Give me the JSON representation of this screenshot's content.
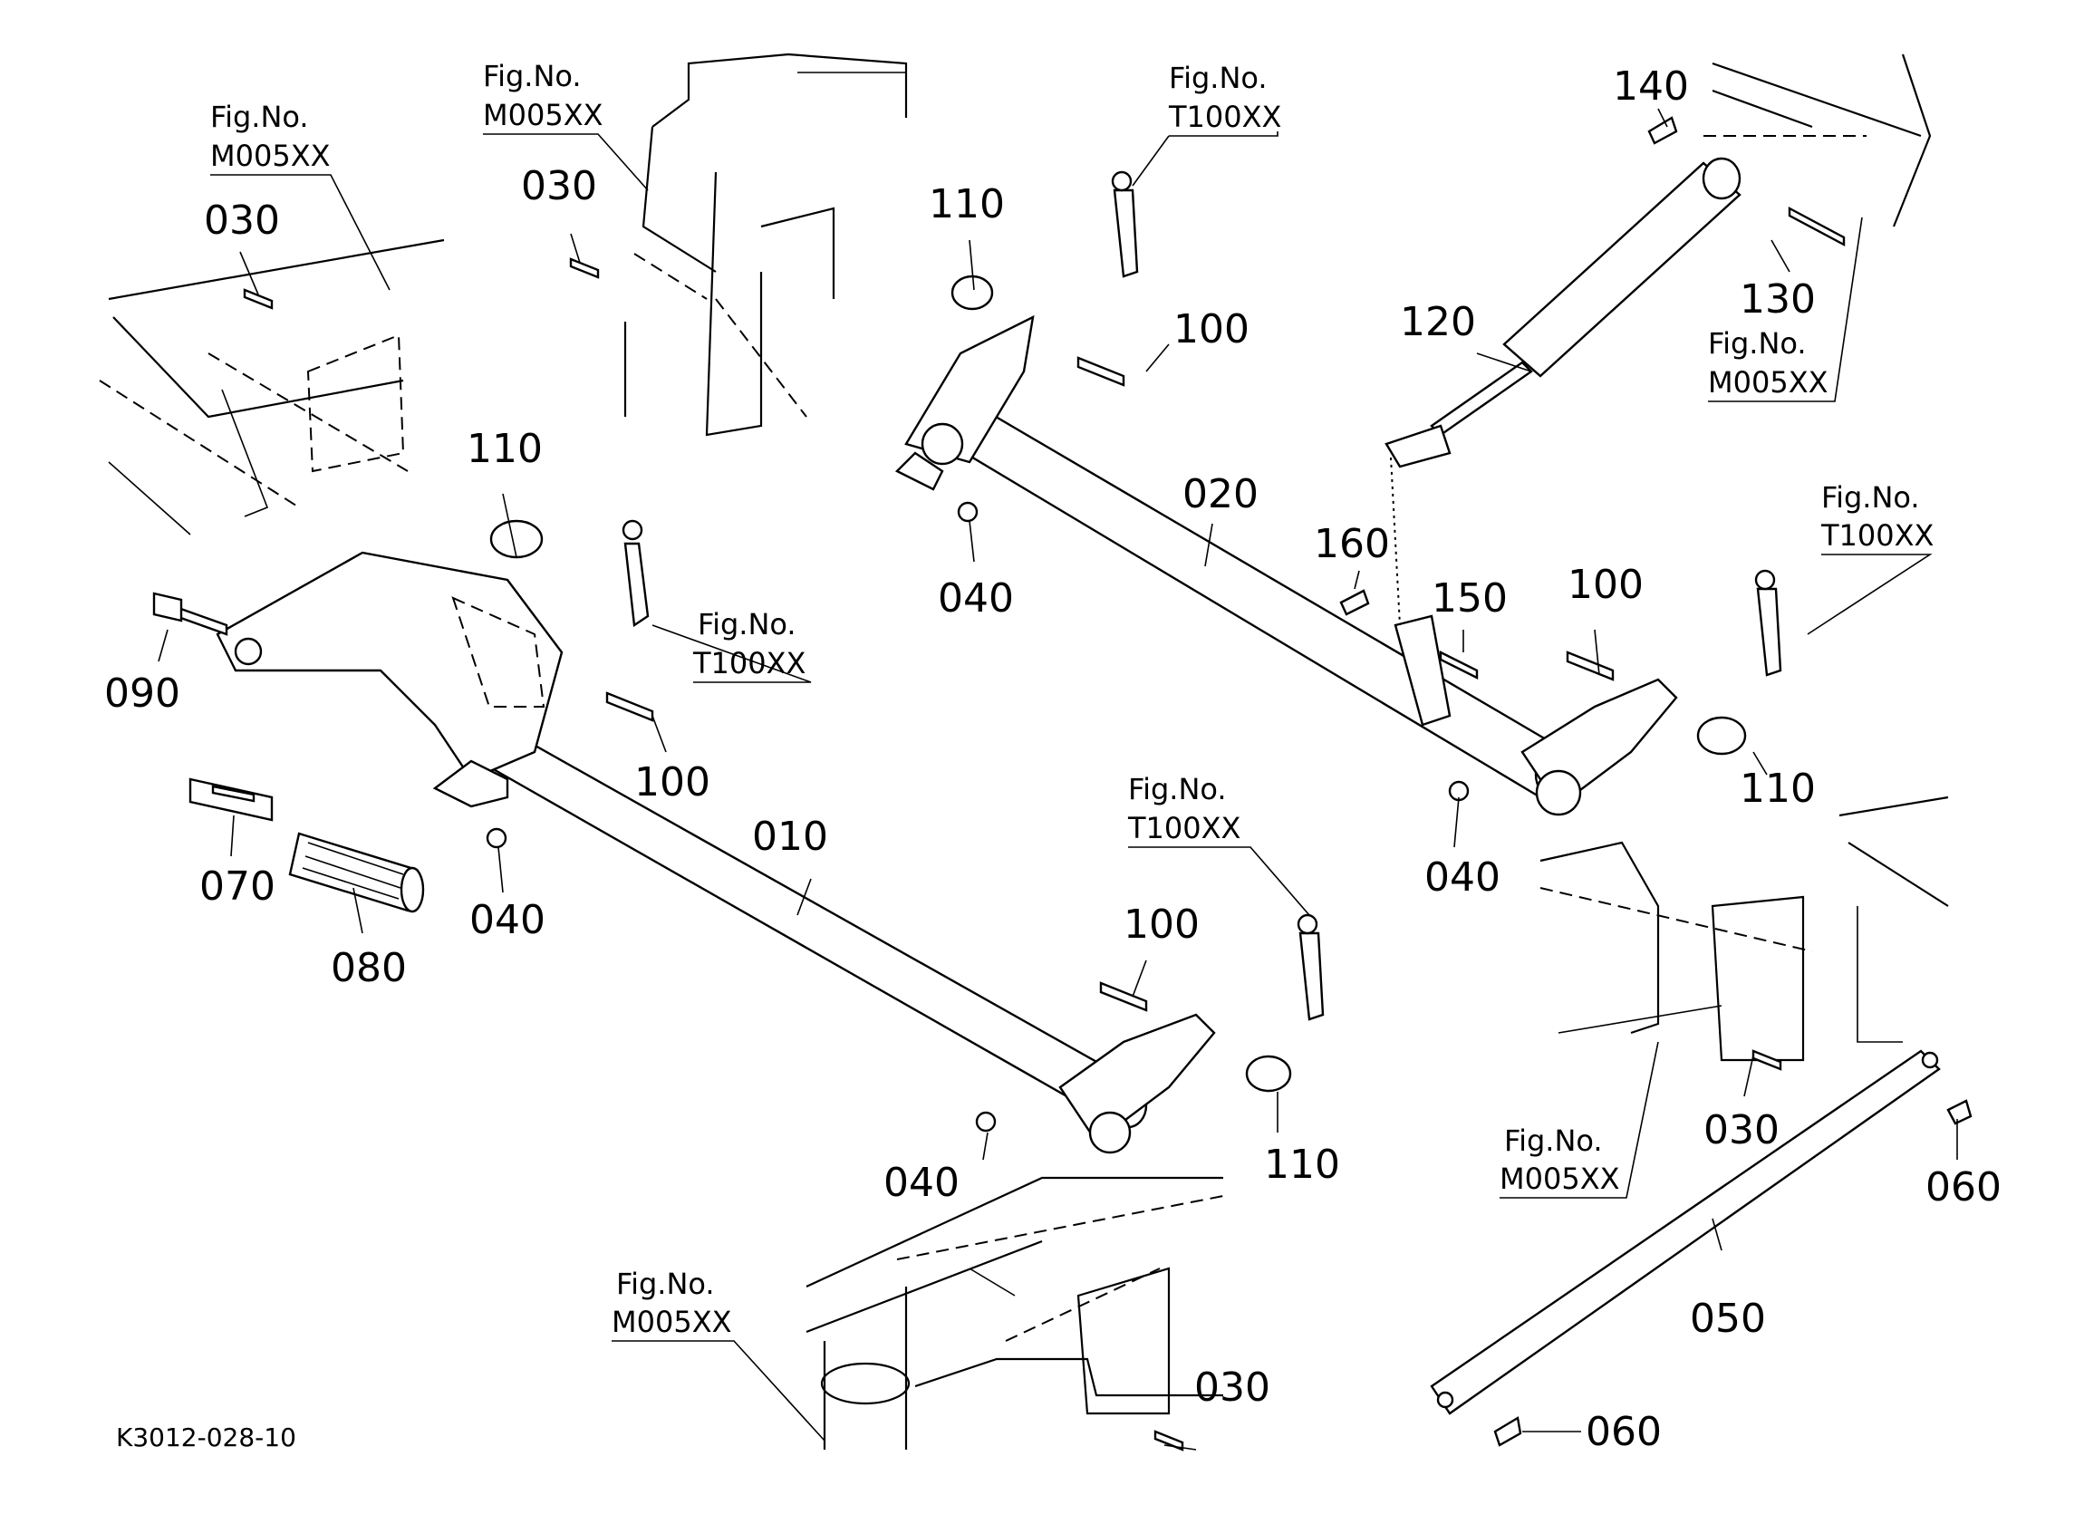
{
  "diagram_id": "K3012-028-10",
  "fig_ref_label": "Fig.No.",
  "fig_refs": {
    "top_left": "M005XX",
    "top_center": "M005XX",
    "top_t100": "T100XX",
    "top_right": "M005XX",
    "right_t100": "T100XX",
    "left_t100": "T100XX",
    "center_t100": "T100XX",
    "lower_right": "M005XX",
    "bottom_center": "M005XX"
  },
  "part_labels": {
    "p010": "010",
    "p020": "020",
    "p030_tl": "030",
    "p030_tc": "030",
    "p030_r": "030",
    "p030_b": "030",
    "p040_l": "040",
    "p040_c": "040",
    "p040_b": "040",
    "p040_r": "040",
    "p050": "050",
    "p060_r": "060",
    "p060_b": "060",
    "p070": "070",
    "p080": "080",
    "p090": "090",
    "p100_l": "100",
    "p100_t": "100",
    "p100_r": "100",
    "p100_b": "100",
    "p110_l": "110",
    "p110_t": "110",
    "p110_r": "110",
    "p110_b": "110",
    "p120": "120",
    "p130": "130",
    "p140": "140",
    "p150": "150",
    "p160": "160"
  }
}
